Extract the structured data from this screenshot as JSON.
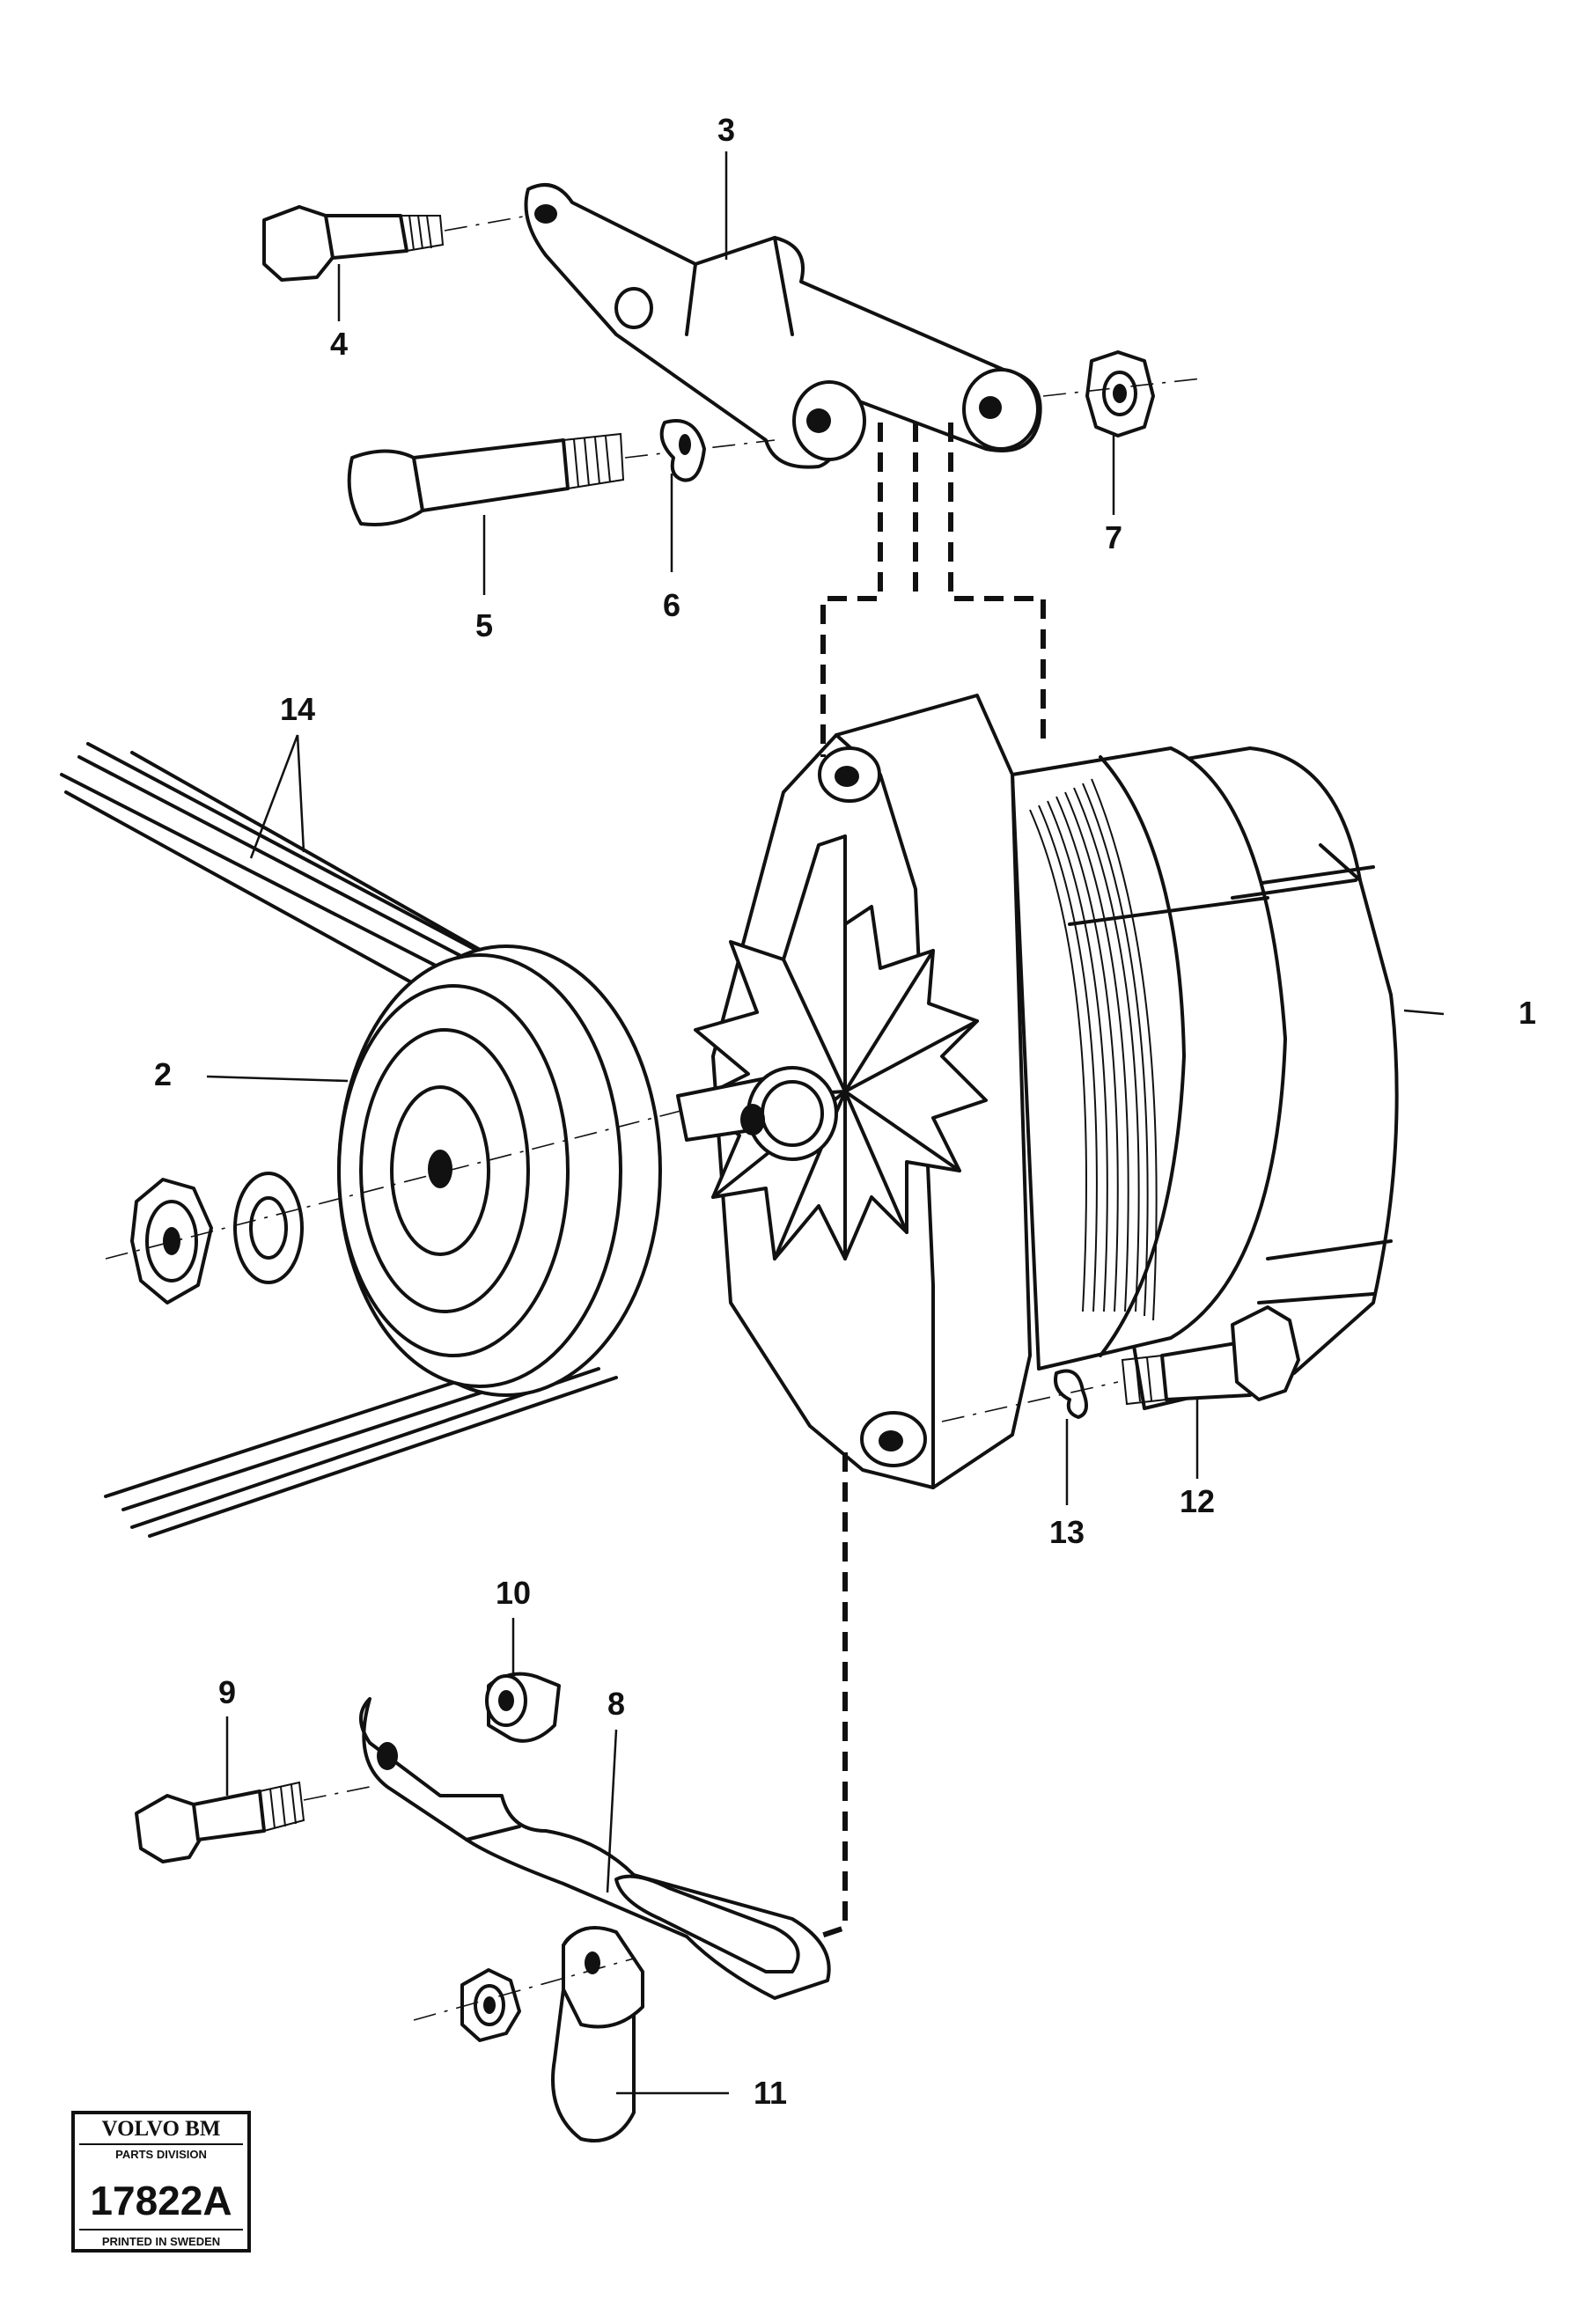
{
  "callouts": [
    {
      "id": "1",
      "part": "alternator"
    },
    {
      "id": "2",
      "part": "pulley"
    },
    {
      "id": "3",
      "part": "bracket"
    },
    {
      "id": "4",
      "part": "bolt"
    },
    {
      "id": "5",
      "part": "bolt"
    },
    {
      "id": "6",
      "part": "lock-washer"
    },
    {
      "id": "7",
      "part": "nut"
    },
    {
      "id": "8",
      "part": "tension-strap"
    },
    {
      "id": "9",
      "part": "bolt"
    },
    {
      "id": "10",
      "part": "spacer"
    },
    {
      "id": "11",
      "part": "bracket-clamp"
    },
    {
      "id": "12",
      "part": "bolt"
    },
    {
      "id": "13",
      "part": "lock-washer"
    },
    {
      "id": "14",
      "part": "v-belts"
    }
  ],
  "stamp": {
    "brand": "VOLVO BM",
    "division": "PARTS DIVISION",
    "number": "17822A",
    "printed": "PRINTED IN SWEDEN"
  }
}
